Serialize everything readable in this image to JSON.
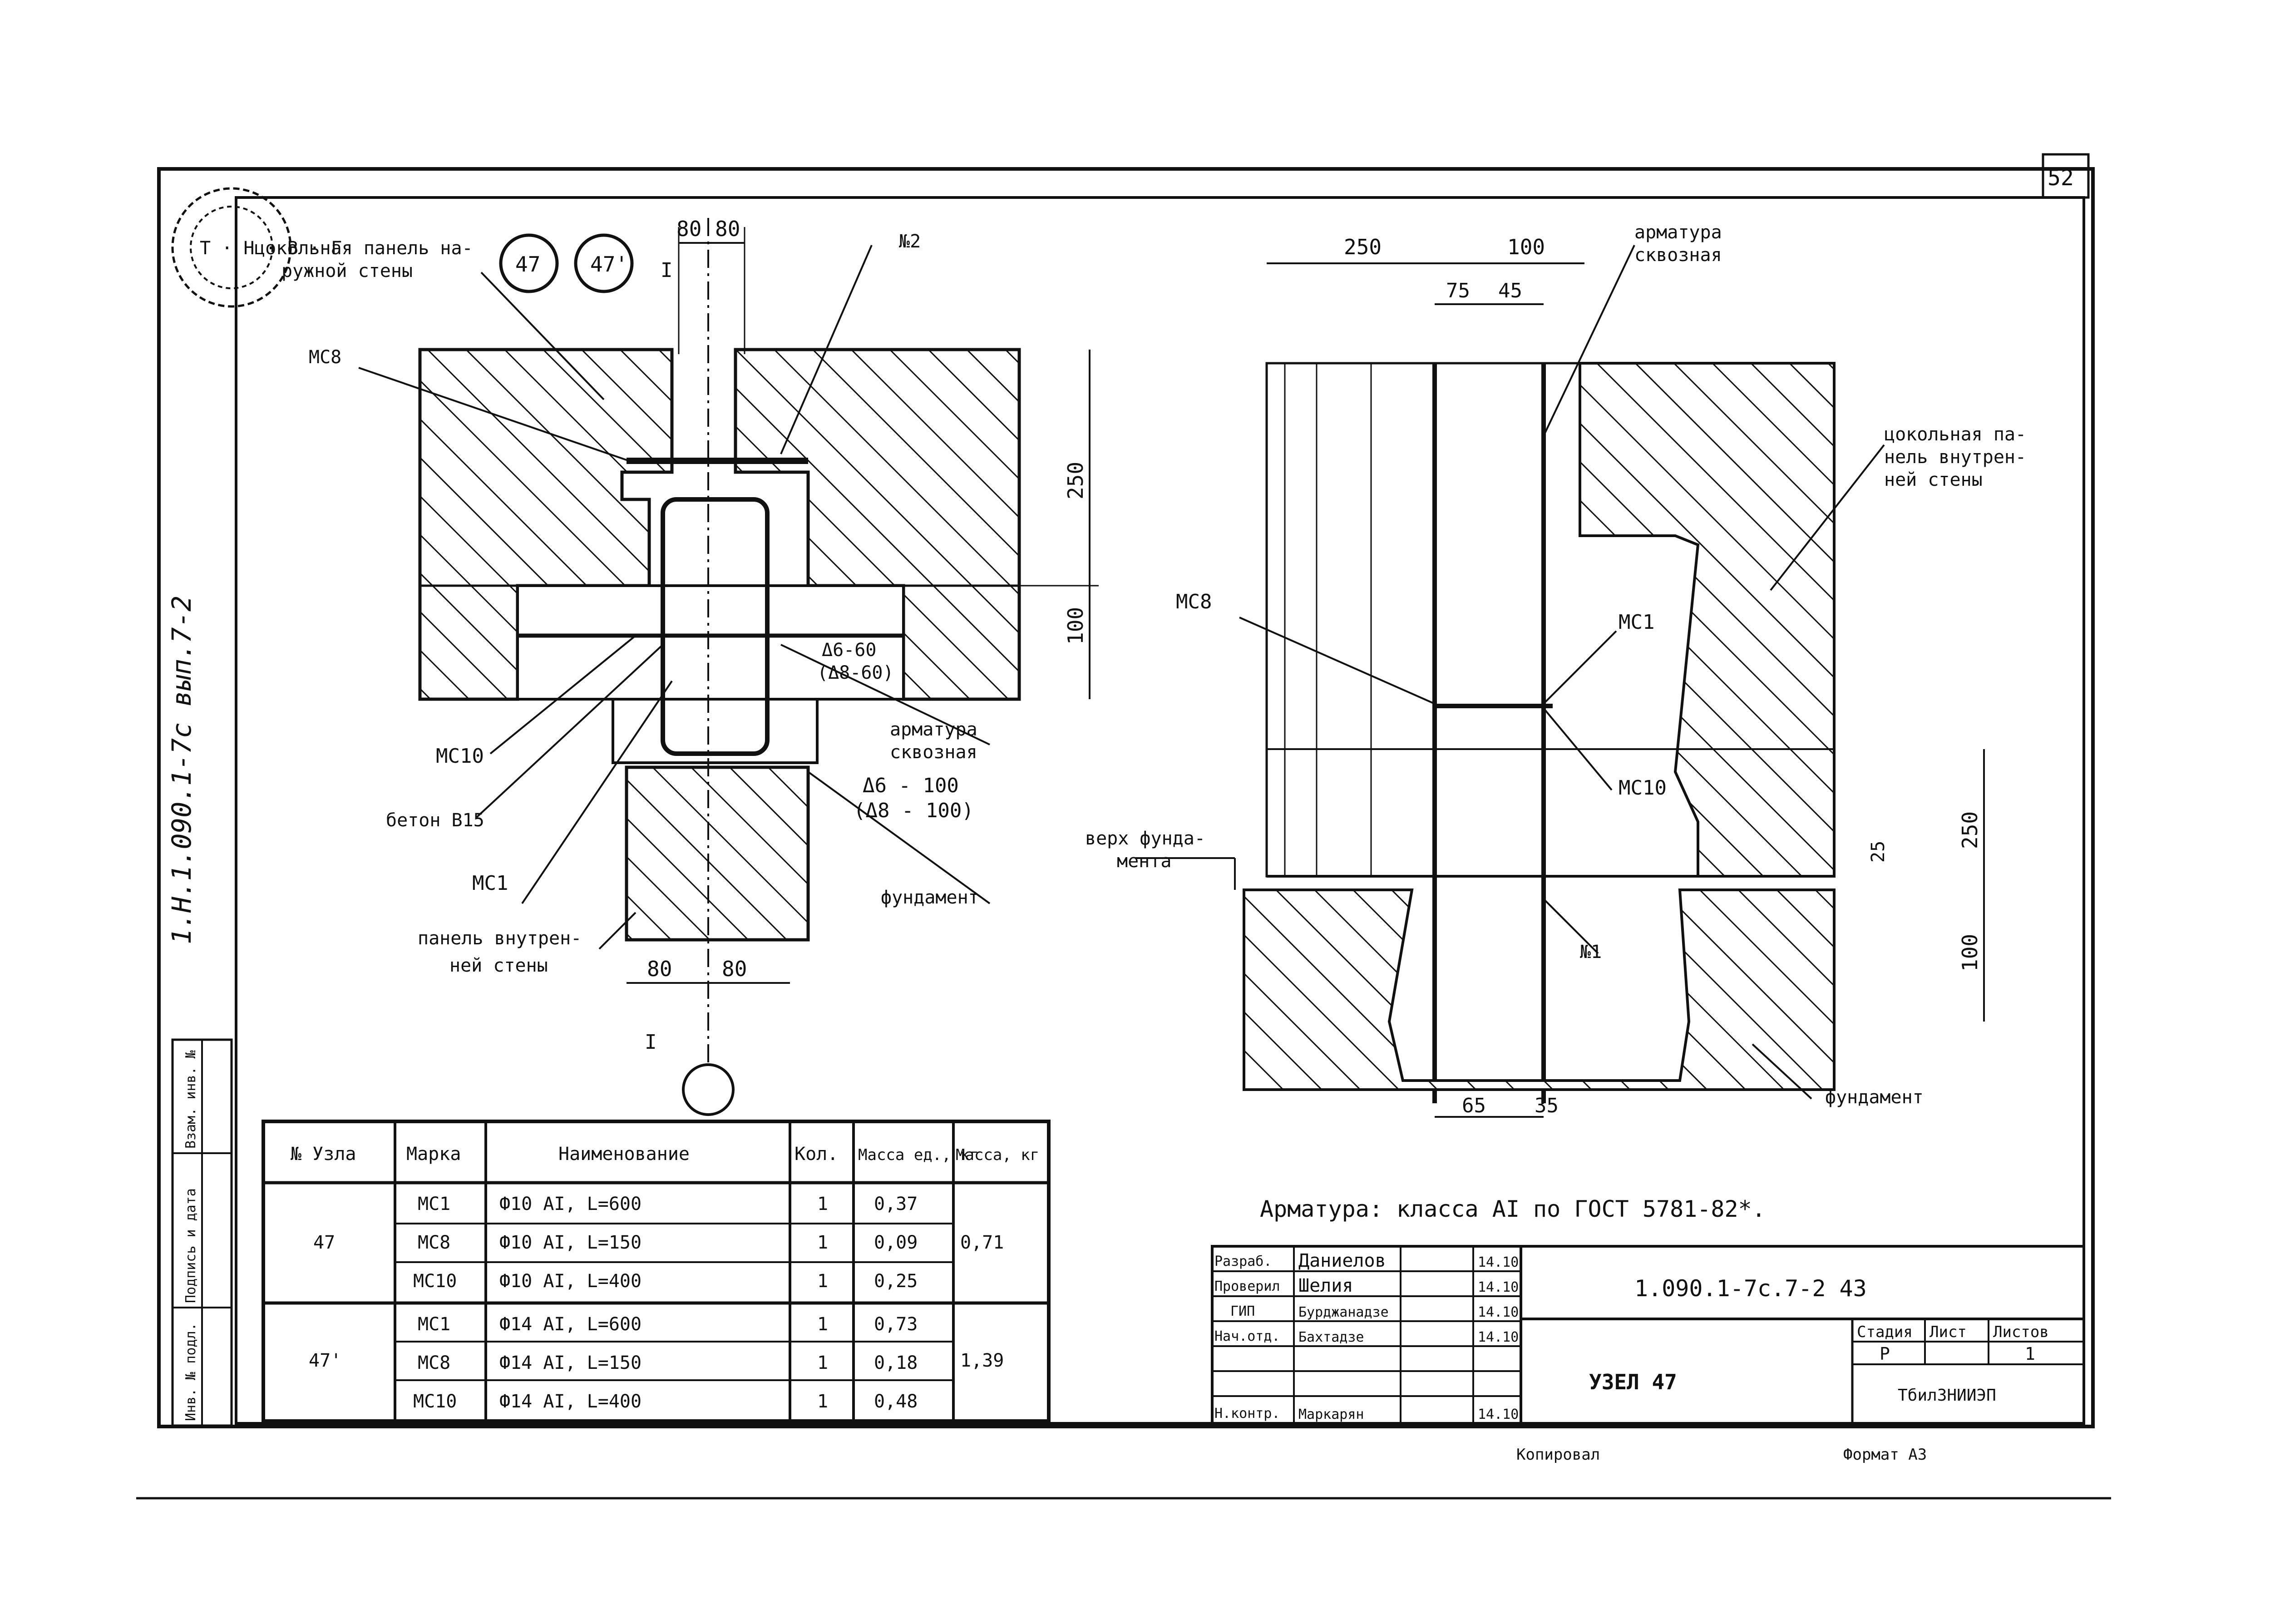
{
  "sheet_number": "52",
  "stamp_text": "Т · Н · В · Г",
  "left_margin_note": "1.Н.1.090.1-7с вып.7-2",
  "left_strip": [
    "Инв. № подл.",
    "Подпись и дата",
    "Взам. инв. №"
  ],
  "left_drawing": {
    "label_panel_outer": "цокольная панель на-",
    "label_panel_outer2": "ружной стены",
    "node_a": "47",
    "node_b": "47'",
    "section_mark": "I",
    "dim_80a": "80",
    "dim_80b": "80",
    "label_n2": "№2",
    "label_mc8": "МС8",
    "dim_250": "250",
    "dim_100": "100",
    "label_step1": "Δ6-60",
    "label_step2": "(Δ8-60)",
    "label_mc10": "МС10",
    "label_rebar": "арматура",
    "label_rebar2": "сквозная",
    "label_concrete": "бетон В15",
    "label_step3": "Δ6 - 100",
    "label_step4": "(Δ8 - 100)",
    "label_mc1": "МС1",
    "label_foundation": "фундамент",
    "label_panel_inner": "панель внутрен-",
    "label_panel_inner2": "ней стены",
    "dim_80c": "80",
    "dim_80d": "80",
    "section_mark2": "I"
  },
  "right_drawing": {
    "dim_250": "250",
    "dim_100": "100",
    "dim_75": "75",
    "dim_45": "45",
    "label_rebar": "арматура",
    "label_rebar2": "сквозная",
    "label_panel": "цокольная па-",
    "label_panel2": "нель внутрен-",
    "label_panel3": "ней стены",
    "label_mc8": "МС8",
    "label_mc1": "МС1",
    "label_mc10": "МС10",
    "label_top": "верх фунда-",
    "label_top2": "мента",
    "label_n1": "№1",
    "dim_250v": "250",
    "dim_25": "25",
    "dim_100v": "100",
    "dim_65": "65",
    "dim_35": "35",
    "label_foundation": "фундамент"
  },
  "note": "Арматура: класса АI по ГОСТ 5781-82*.",
  "table": {
    "headers": [
      "№ Узла",
      "Марка",
      "Наименование",
      "Кол.",
      "Масса ед., кг",
      "Масса, кг"
    ],
    "groups": [
      {
        "node": "47",
        "total": "0,71",
        "rows": [
          {
            "mark": "МС1",
            "name": "Ф10 АI, L=600",
            "qty": "1",
            "mass": "0,37"
          },
          {
            "mark": "МС8",
            "name": "Ф10 АI, L=150",
            "qty": "1",
            "mass": "0,09"
          },
          {
            "mark": "МС10",
            "name": "Ф10 АI, L=400",
            "qty": "1",
            "mass": "0,25"
          }
        ]
      },
      {
        "node": "47'",
        "total": "1,39",
        "rows": [
          {
            "mark": "МС1",
            "name": "Ф14 АI, L=600",
            "qty": "1",
            "mass": "0,73"
          },
          {
            "mark": "МС8",
            "name": "Ф14 АI, L=150",
            "qty": "1",
            "mass": "0,18"
          },
          {
            "mark": "МС10",
            "name": "Ф14 АI, L=400",
            "qty": "1",
            "mass": "0,48"
          }
        ]
      }
    ]
  },
  "title_block": {
    "code": "1.090.1-7с.7-2  43",
    "title": "УЗЕЛ 47",
    "org": "ТбилЗНИИЭП",
    "stage_headers": [
      "Стадия",
      "Лист",
      "Листов"
    ],
    "stage_values": [
      "Р",
      "",
      "1"
    ],
    "roles": [
      {
        "role": "Разраб.",
        "name": "Даниелов",
        "date": "14.10"
      },
      {
        "role": "Проверил",
        "name": "Шелия",
        "date": "14.10"
      },
      {
        "role": "ГИП",
        "name": "Бурджанадзе",
        "date": "14.10"
      },
      {
        "role": "Нач.отд.",
        "name": "Бахтадзе",
        "date": "14.10"
      },
      {
        "role": "",
        "name": "",
        "date": ""
      },
      {
        "role": "",
        "name": "",
        "date": ""
      },
      {
        "role": "Н.контр.",
        "name": "Маркарян",
        "date": "14.10"
      }
    ]
  },
  "footer": {
    "copied": "Копировал",
    "format": "Формат А3"
  }
}
